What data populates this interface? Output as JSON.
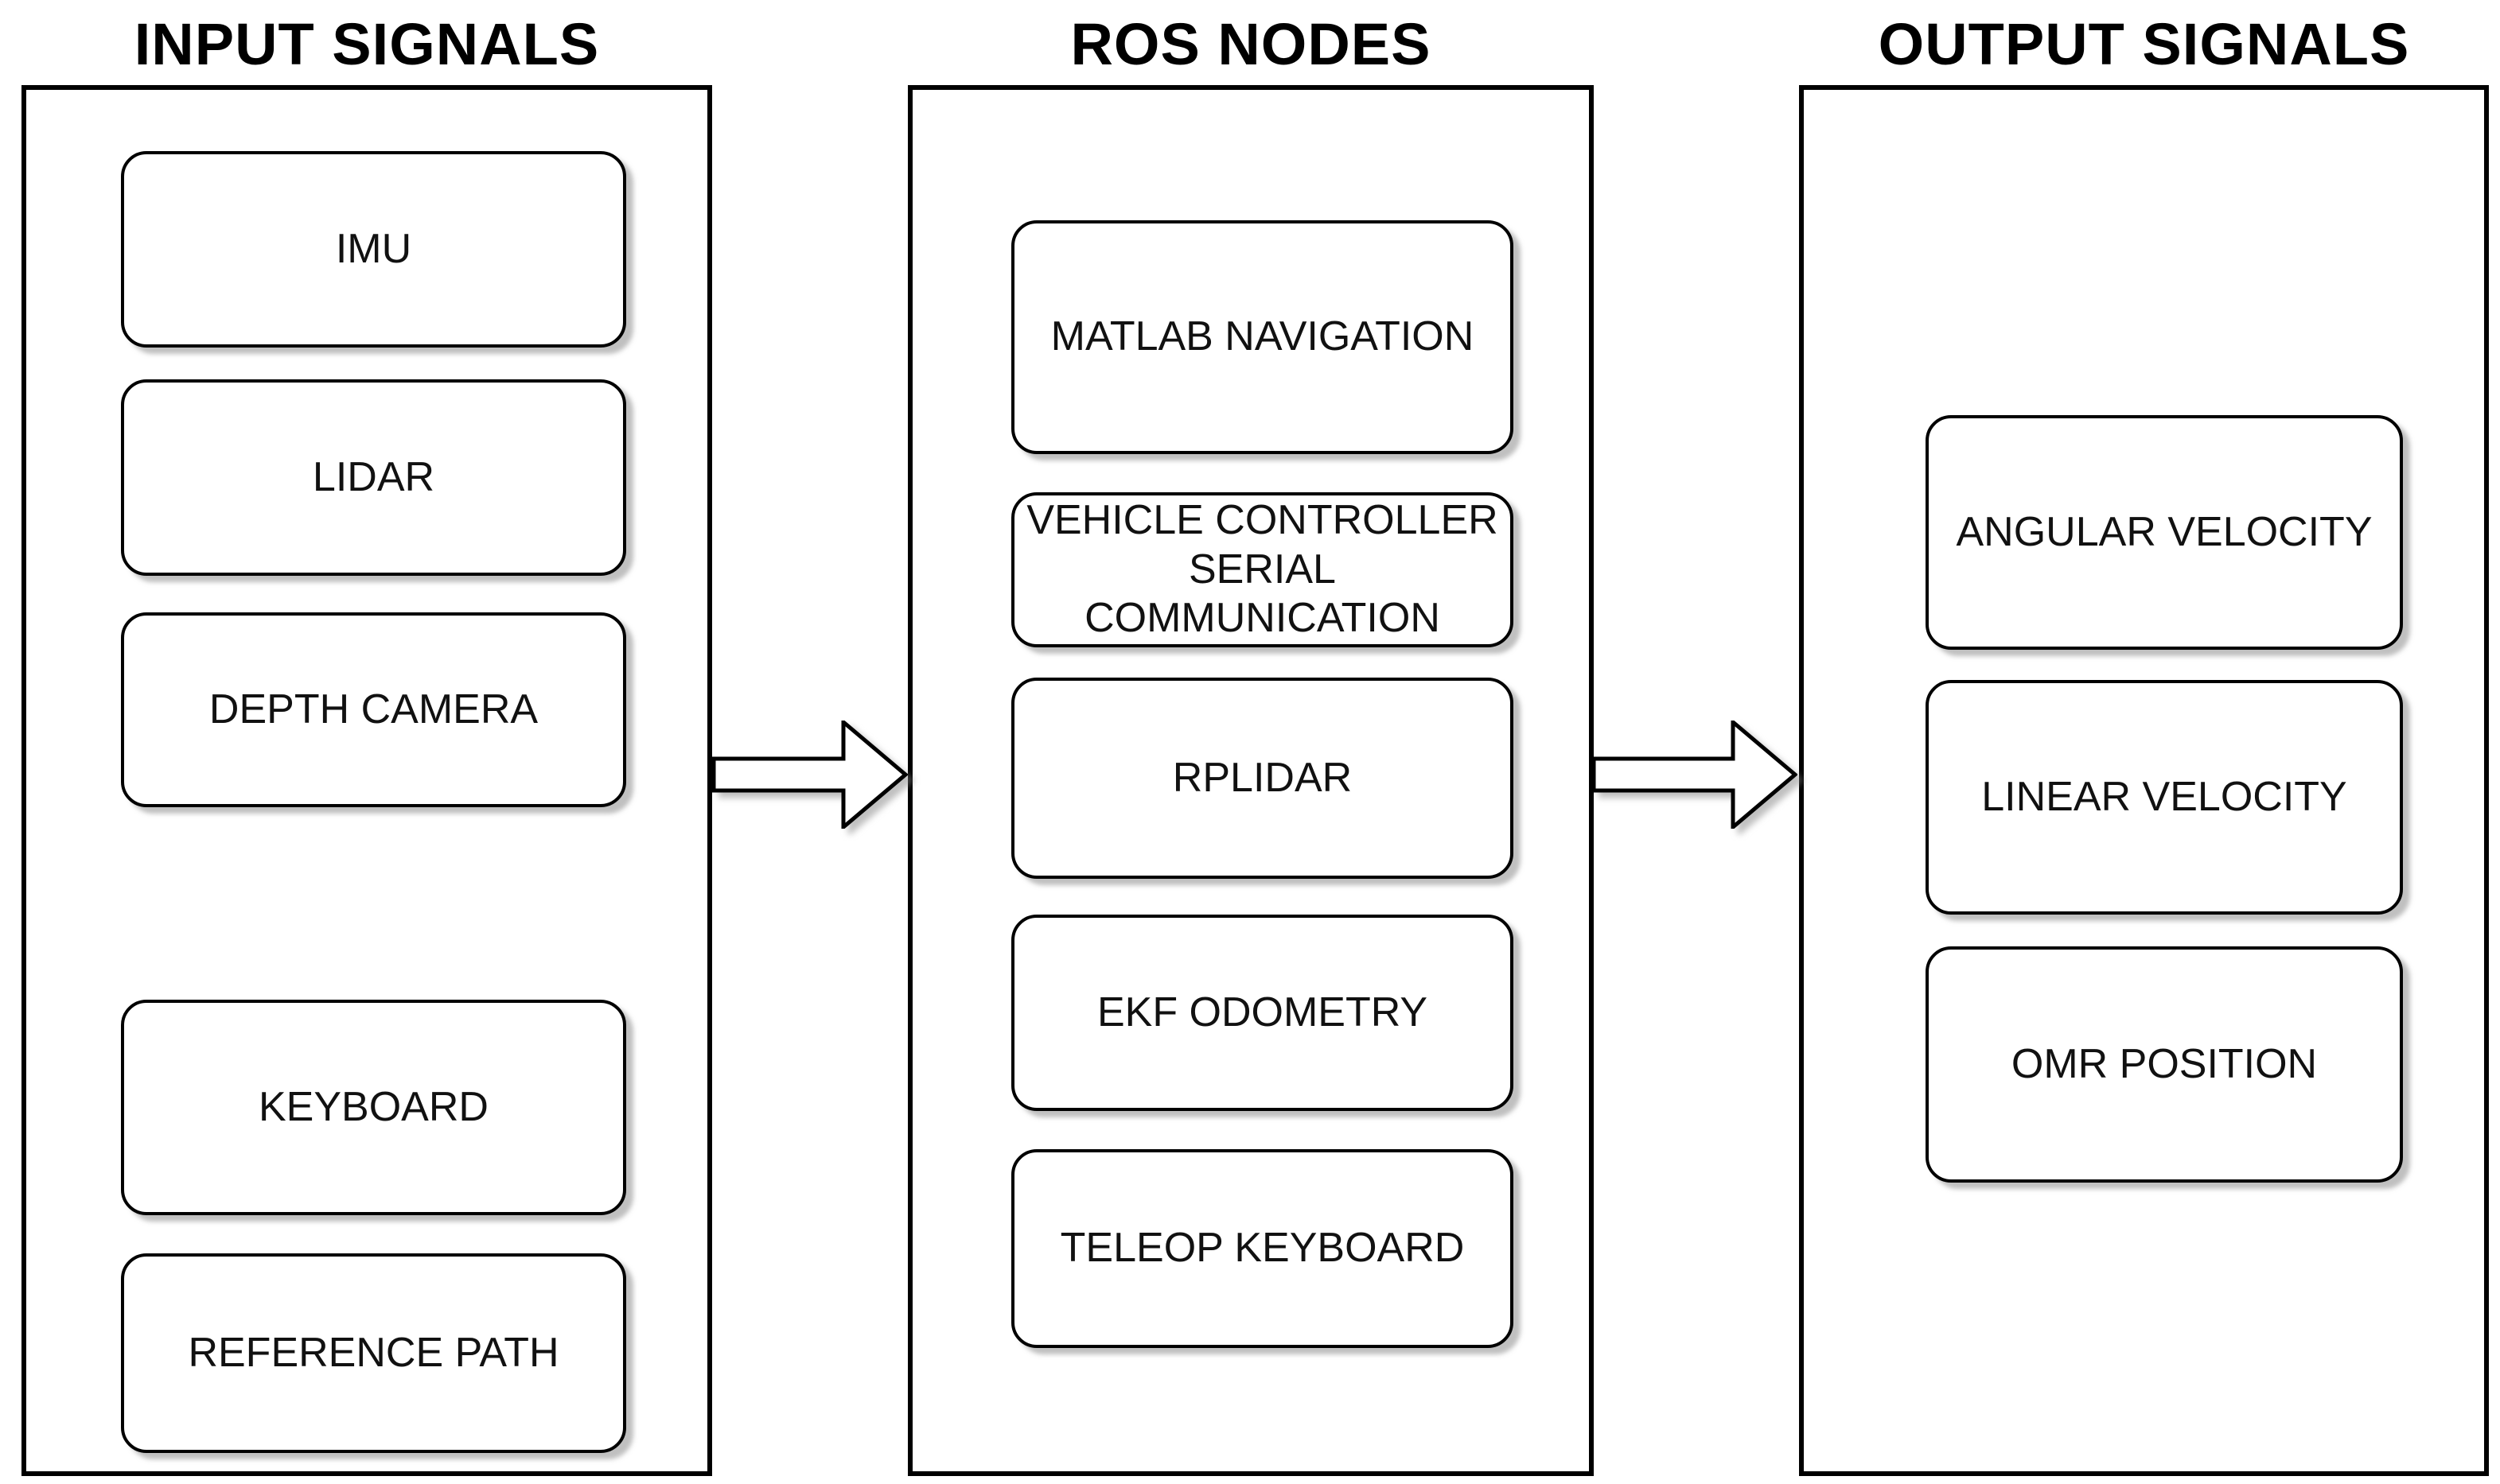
{
  "columns": [
    {
      "title": "INPUT SIGNALS",
      "boxes": [
        {
          "label": "IMU"
        },
        {
          "label": "LIDAR"
        },
        {
          "label": "DEPTH CAMERA"
        },
        {
          "label": "KEYBOARD"
        },
        {
          "label": "REFERENCE PATH"
        }
      ]
    },
    {
      "title": "ROS NODES",
      "boxes": [
        {
          "label": "MATLAB NAVIGATION"
        },
        {
          "label": "VEHICLE CONTROLLER SERIAL COMMUNICATION"
        },
        {
          "label": "RPLIDAR"
        },
        {
          "label": "EKF ODOMETRY"
        },
        {
          "label": "TELEOP KEYBOARD"
        }
      ]
    },
    {
      "title": "OUTPUT SIGNALS",
      "boxes": [
        {
          "label": "ANGULAR VELOCITY"
        },
        {
          "label": "LINEAR VELOCITY"
        },
        {
          "label": "OMR POSITION"
        }
      ]
    }
  ],
  "arrows": [
    {
      "name": "input-to-ros",
      "direction": "right"
    },
    {
      "name": "ros-to-output",
      "direction": "right"
    }
  ],
  "colors": {
    "line": "#000000",
    "background": "#ffffff",
    "box_fill": "#ffffff",
    "shadow": "#828282",
    "text": "#000000"
  }
}
